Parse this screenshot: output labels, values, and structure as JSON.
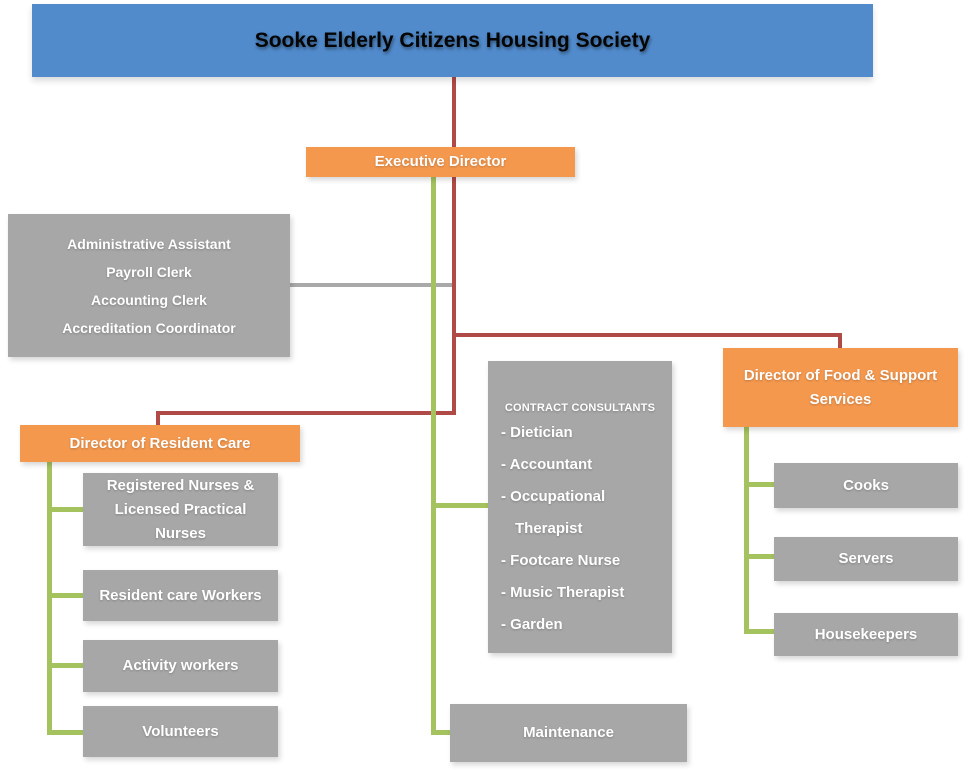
{
  "header": {
    "title": "Sooke Elderly Citizens Housing Society"
  },
  "palette": {
    "banner_blue": "#518bcc",
    "node_orange": "#f4984e",
    "node_gray": "#a7a7a7",
    "connector_red": "#b04a46",
    "connector_green": "#a4c25e",
    "connector_gray": "#a9a9a9"
  },
  "nodes": {
    "executive_director": "Executive Director",
    "admin_group_lines": [
      "Administrative Assistant",
      "Payroll Clerk",
      "Accounting Clerk",
      "Accreditation Coordinator"
    ],
    "director_resident_care": "Director of Resident Care",
    "registered_nurses": "Registered Nurses & Licensed Practical Nurses",
    "resident_care_workers": "Resident care Workers",
    "activity_workers": "Activity workers",
    "volunteers": "Volunteers",
    "contract_consultants_header": "CONTRACT CONSULTANTS",
    "contract_consultants_items": [
      "- Dietician",
      "- Accountant",
      "- Occupational",
      "Therapist",
      "- Footcare Nurse",
      "- Music Therapist",
      "- Garden"
    ],
    "director_food_support": "Director of Food & Support Services",
    "cooks": "Cooks",
    "servers": "Servers",
    "housekeepers": "Housekeepers",
    "maintenance": "Maintenance"
  }
}
